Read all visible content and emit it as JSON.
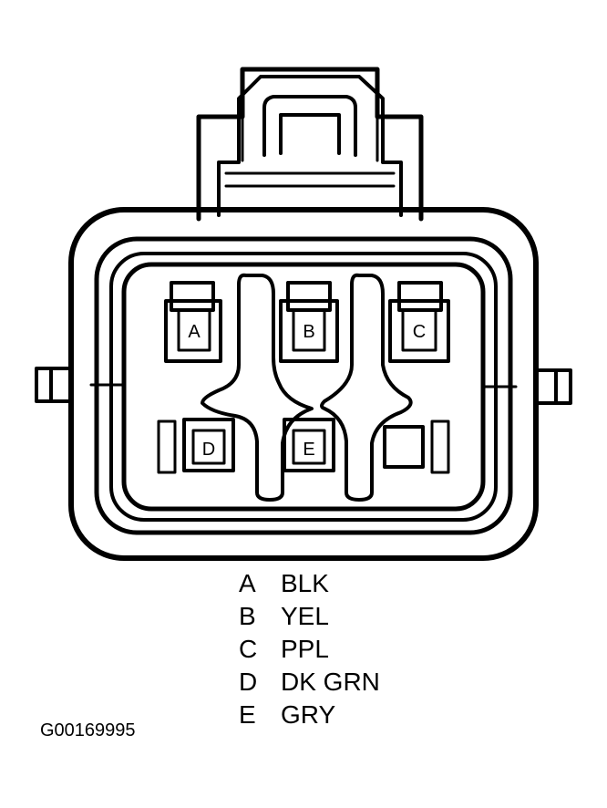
{
  "connector": {
    "pins": [
      {
        "id": "A",
        "color": "BLK"
      },
      {
        "id": "B",
        "color": "YEL"
      },
      {
        "id": "C",
        "color": "PPL"
      },
      {
        "id": "D",
        "color": "DK GRN"
      },
      {
        "id": "E",
        "color": "GRY"
      }
    ]
  },
  "figure_code": "G00169995"
}
